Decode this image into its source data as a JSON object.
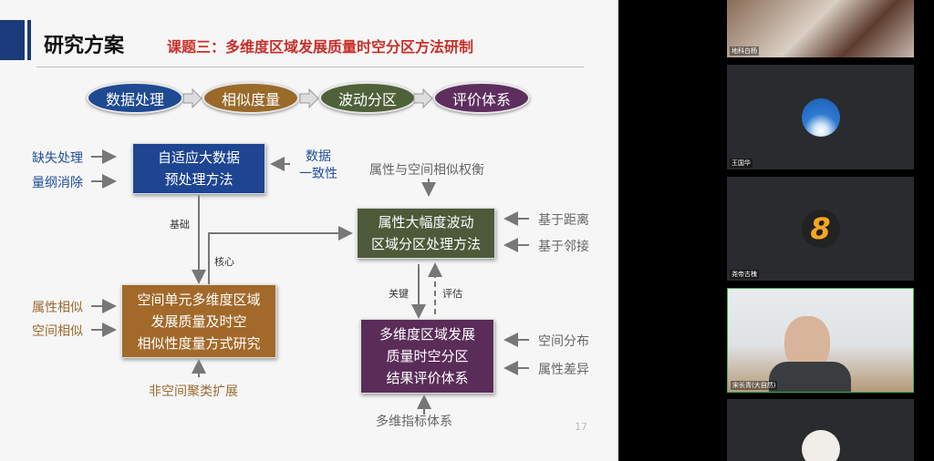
{
  "slide": {
    "title": "研究方案",
    "subtitle": "课题三：多维度区域发展质量时空分区方法研制",
    "pipeline": [
      {
        "label": "数据处理",
        "color": "#1e4a92"
      },
      {
        "label": "相似度量",
        "color": "#9a6a2a"
      },
      {
        "label": "波动分区",
        "color": "#4f6139"
      },
      {
        "label": "评价体系",
        "color": "#5e2e5e"
      }
    ],
    "boxes": {
      "preprocess": {
        "lines": [
          "自适应大数据",
          "预处理方法"
        ],
        "color": "#1d4592"
      },
      "similarity": {
        "lines": [
          "空间单元多维度区域",
          "发展质量及时空",
          "相似性度量方式研究"
        ],
        "color": "#a2692a"
      },
      "partition": {
        "lines": [
          "属性大幅度波动",
          "区域分区处理方法"
        ],
        "color": "#4d5a3a"
      },
      "evaluation": {
        "lines": [
          "多维度区域发展",
          "质量时空分区",
          "结果评价体系"
        ],
        "color": "#5a2c58"
      }
    },
    "inputs": {
      "missing": "缺失处理",
      "dimension": "量纲消除",
      "consistency": [
        "数据",
        "一致性"
      ],
      "tradeoff": "属性与空间相似权衡",
      "distance": "基于距离",
      "adjacency": "基于邻接",
      "attr_sim": "属性相似",
      "space_sim": "空间相似",
      "nonspatial": "非空间聚类扩展",
      "spatial_dist": "空间分布",
      "attr_diff": "属性差异",
      "indicators": "多维指标体系"
    },
    "edge_labels": {
      "basis": "基础",
      "core": "核心",
      "key": "关键",
      "assess": "评估"
    },
    "page_number": "17"
  },
  "participants": [
    {
      "name": "地科白杨"
    },
    {
      "name": "王国华"
    },
    {
      "name": "尧帝古槐"
    },
    {
      "name": "宋长青(大自然)"
    },
    {
      "name": ""
    }
  ]
}
